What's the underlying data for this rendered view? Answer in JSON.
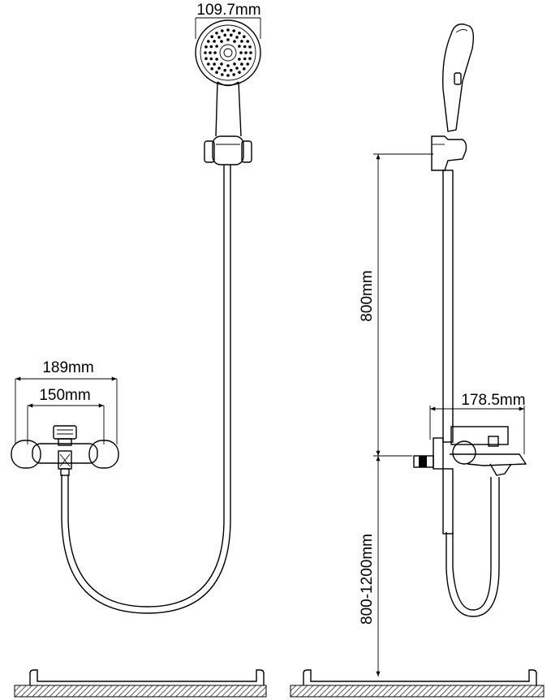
{
  "dimensions": {
    "head_diameter": "109.7mm",
    "outer_width": "189mm",
    "inner_width": "150mm",
    "holder_height": "800mm",
    "mixer_depth": "178.5mm",
    "mount_height": "800-1200mm"
  },
  "colors": {
    "line": "#000000",
    "hatch": "#555555",
    "background": "#ffffff"
  }
}
